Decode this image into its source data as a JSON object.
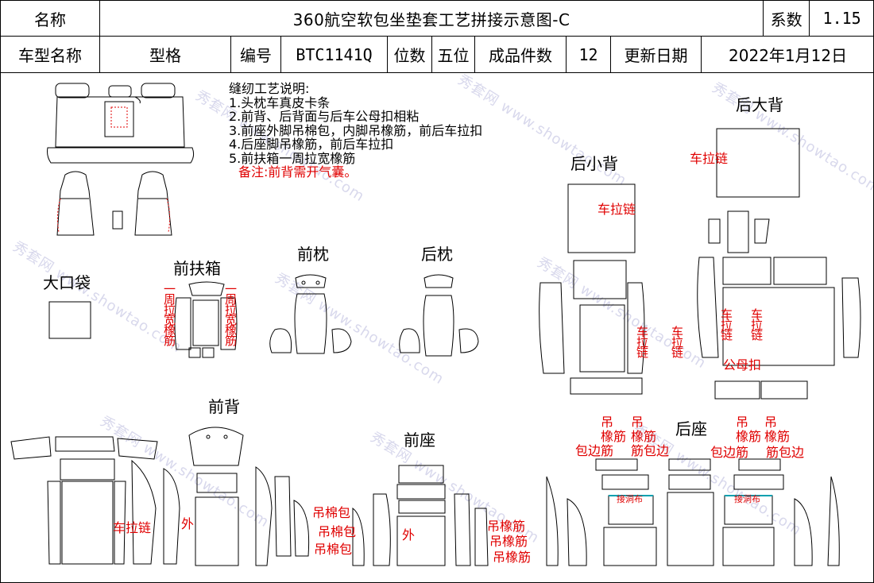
{
  "header": {
    "name_label": "名称",
    "title": "360航空软包坐垫套工艺拼接示意图-C",
    "coef_label": "系数",
    "coef_value": "1.15",
    "model_name_label": "车型名称",
    "type_label": "型格",
    "code_label": "编号",
    "code_value": "BTC1141Q",
    "seats_label": "位数",
    "seats_value": "五位",
    "pieces_label": "成品件数",
    "pieces_value": "12",
    "date_label": "更新日期",
    "date_value": "2022年1月12日"
  },
  "notes": {
    "heading": "缝纫工艺说明:",
    "items": [
      "1.头枕车真皮卡条",
      "2.前背、后背面与后车公母扣相粘",
      "3.前座外脚吊棉包，内脚吊橡筋，前后车拉扣",
      "4.后座脚吊橡筋，前后车拉扣",
      "5.前扶箱一周拉宽橡筋"
    ],
    "remark": "备注:前背需开气囊。"
  },
  "sections": {
    "rear_big_back": "后大背",
    "rear_small_back": "后小背",
    "big_bag": "大口袋",
    "front_armrest": "前扶箱",
    "front_headrest": "前枕",
    "rear_headrest": "后枕",
    "front_back": "前背",
    "front_seat": "前座",
    "rear_seat": "后座"
  },
  "annotations": {
    "zipper": "车拉链",
    "armrest_band": "一周拉宽橡筋",
    "zipper_v": "车拉链",
    "snap": "公母扣",
    "hang_band": "吊橡筋",
    "hang": "吊",
    "band": "橡筋",
    "edge_band": "包边",
    "band_edge": "筋包边",
    "edge_band2": "包边筋",
    "connect_cloth": "接洞布",
    "cotton_pack": "吊棉包",
    "outer": "外",
    "hang_elastic": "吊橡筋"
  },
  "watermark": {
    "site": "秀套网 www.showtao.com"
  }
}
